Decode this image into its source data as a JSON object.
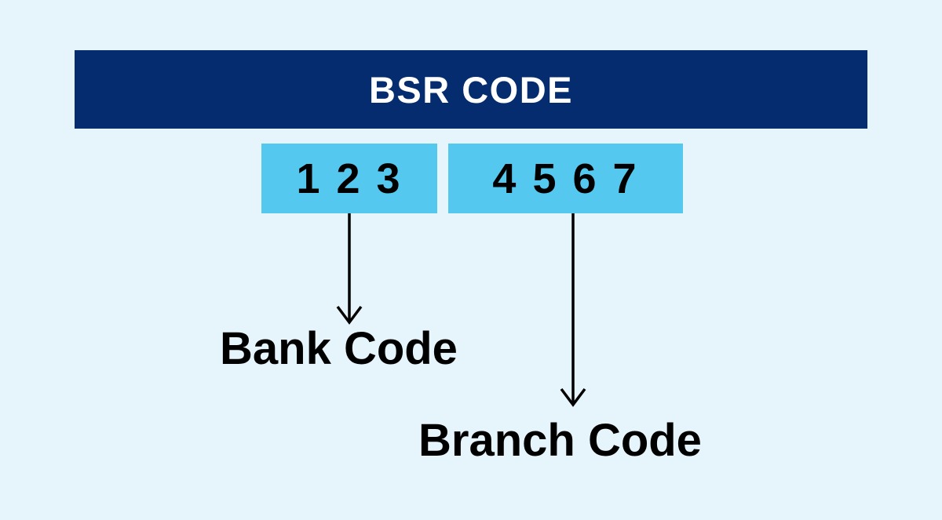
{
  "diagram": {
    "title": "BSR CODE",
    "background_color": "#e6f4fc",
    "header": {
      "label": "BSR CODE",
      "background_color": "#042c6e",
      "text_color": "#ffffff"
    },
    "segments": [
      {
        "id": "bank",
        "digits": "1 2 3",
        "caption": "Bank Code",
        "box_color": "#55c8f0",
        "digit_color": "#000000"
      },
      {
        "id": "branch",
        "digits": "4 5 6 7",
        "caption": "Branch Code",
        "box_color": "#55c8f0",
        "digit_color": "#000000"
      }
    ],
    "connectors": {
      "arrow_color": "#000000",
      "bank_arrow_name": "arrow-bank-code",
      "branch_arrow_name": "arrow-branch-code"
    }
  }
}
